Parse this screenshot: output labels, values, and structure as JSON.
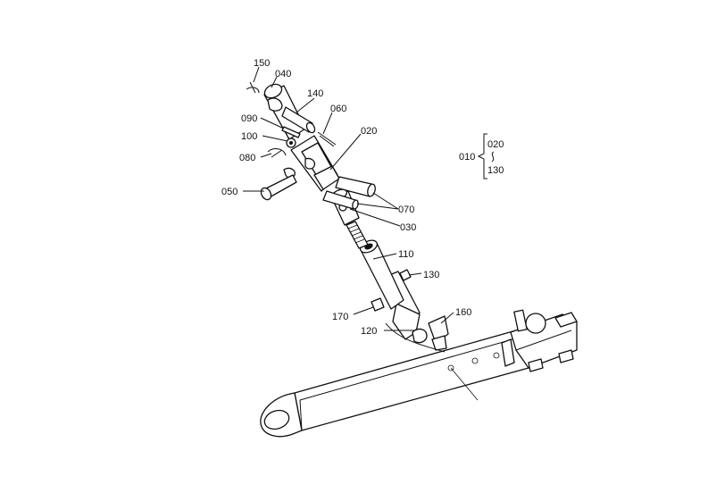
{
  "labels": {
    "p150": "150",
    "p040": "040",
    "p140": "140",
    "p090": "090",
    "p060": "060",
    "p020": "020",
    "p100": "100",
    "p080": "080",
    "p050": "050",
    "p070": "070",
    "p030": "030",
    "p110": "110",
    "p130": "130",
    "p170": "170",
    "p160": "160",
    "p120": "120"
  },
  "assembly": {
    "id": "010",
    "range_start": "020",
    "range_end": "130"
  }
}
